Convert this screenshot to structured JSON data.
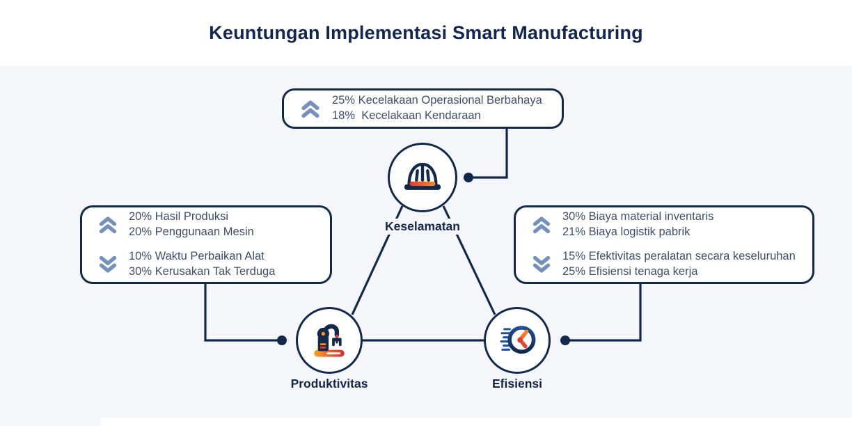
{
  "header": {
    "title": "Keuntungan Implementasi Smart Manufacturing"
  },
  "nodes": {
    "safety": {
      "label": "Keselamatan",
      "icon": "hard-hat-icon"
    },
    "productivity": {
      "label": "Produktivitas",
      "icon": "robot-arm-icon"
    },
    "efficiency": {
      "label": "Efisiensi",
      "icon": "speed-clock-icon"
    }
  },
  "callouts": {
    "safety": {
      "up": [
        "25% Kecelakaan Operasional Berbahaya",
        "18%  Kecelakaan Kendaraan"
      ]
    },
    "productivity": {
      "up": [
        "20% Hasil Produksi",
        "20% Penggunaan Mesin"
      ],
      "down": [
        "10% Waktu Perbaikan Alat",
        "30% Kerusakan Tak Terduga"
      ]
    },
    "efficiency": {
      "up": [
        "30% Biaya material inventaris",
        "21% Biaya logistik pabrik"
      ],
      "down": [
        "15% Efektivitas peralatan secara keseluruhan",
        "25% Efisiensi tenaga kerja"
      ]
    }
  },
  "colors": {
    "navy": "#13294c",
    "title_navy": "#13264d",
    "steel_blue_chevron": "#7590bd",
    "body_text": "#404e68",
    "background": "#f5f6fa",
    "white": "#ffffff",
    "red": "#e8392f",
    "orange": "#f68b1f",
    "royal_blue": "#1d53a0"
  }
}
